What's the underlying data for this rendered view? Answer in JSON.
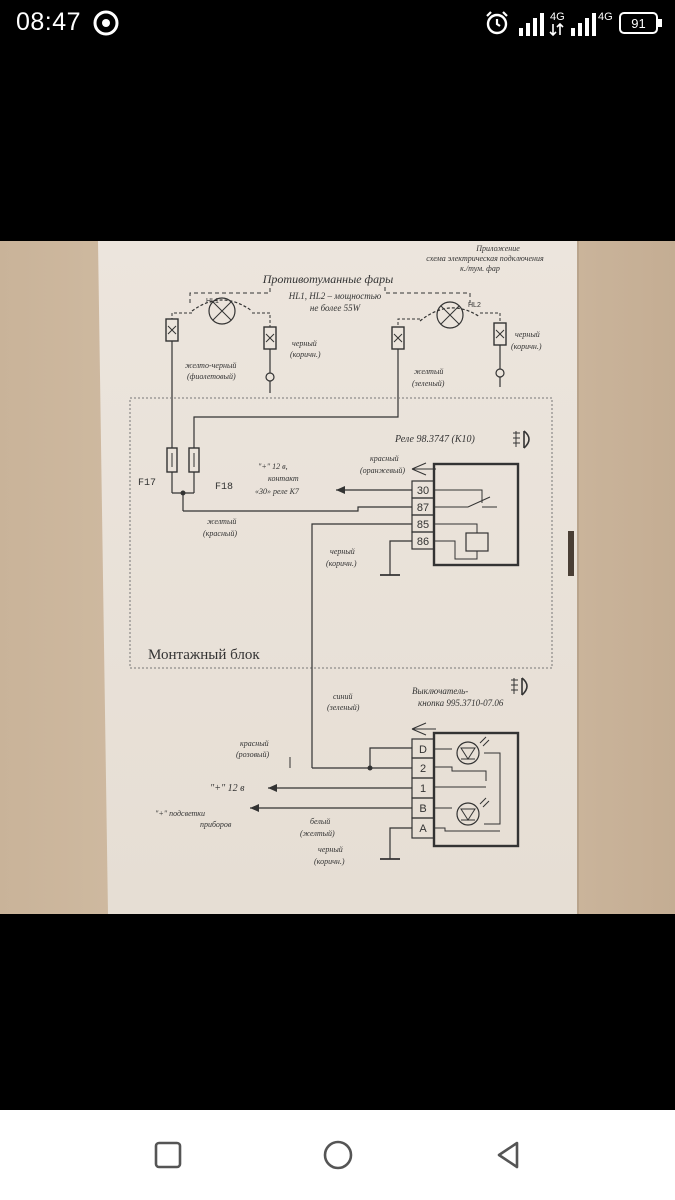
{
  "status": {
    "time": "08:47",
    "network_1": "4G",
    "network_2": "4G",
    "battery": "91"
  },
  "diagram": {
    "appendix_note": [
      "Приложение",
      "схема электрическая подключения",
      "к./тум. фар"
    ],
    "fog_title": "Противотуманные фары",
    "fog_power": [
      "HL1, HL2 – мощностью",
      "не более 55W"
    ],
    "hl1": "HL1",
    "hl2": "HL2",
    "left_wire_1": [
      "желто-черный",
      "(фиолетовый)"
    ],
    "left_wire_2": [
      "черный",
      "(коричн.)"
    ],
    "right_wire_1": [
      "желтый",
      "(зеленый)"
    ],
    "right_wire_2": [
      "черный",
      "(коричн.)"
    ],
    "relay_title": "Реле 98.3747 (К10)",
    "f17": "F17",
    "f18": "F18",
    "plus12_contact": [
      "\"+\" 12 в,",
      "контакт",
      "«30» реле К7"
    ],
    "red_orange": [
      "красный",
      "(оранжевый)"
    ],
    "yellow_red": [
      "желтый",
      "(красный)"
    ],
    "black_brown_relay": [
      "черный",
      "(коричн.)"
    ],
    "relay_pins": [
      "30",
      "87",
      "85",
      "86"
    ],
    "block_label": "Монтажный блок",
    "switch_title": [
      "Выключатель-",
      "кнопка 995.3710-07.06"
    ],
    "blue_green": [
      "синий",
      "(зеленый)"
    ],
    "red_pink": [
      "красный",
      "(розовый)"
    ],
    "plus12": "\"+\" 12 в",
    "backlight": [
      "\"+\" подсветки",
      "приборов"
    ],
    "white_yellow": [
      "белый",
      "(желтый)"
    ],
    "black_brown_switch": [
      "черный",
      "(коричн.)"
    ],
    "switch_pins": [
      "D",
      "2",
      "1",
      "B",
      "A"
    ]
  }
}
